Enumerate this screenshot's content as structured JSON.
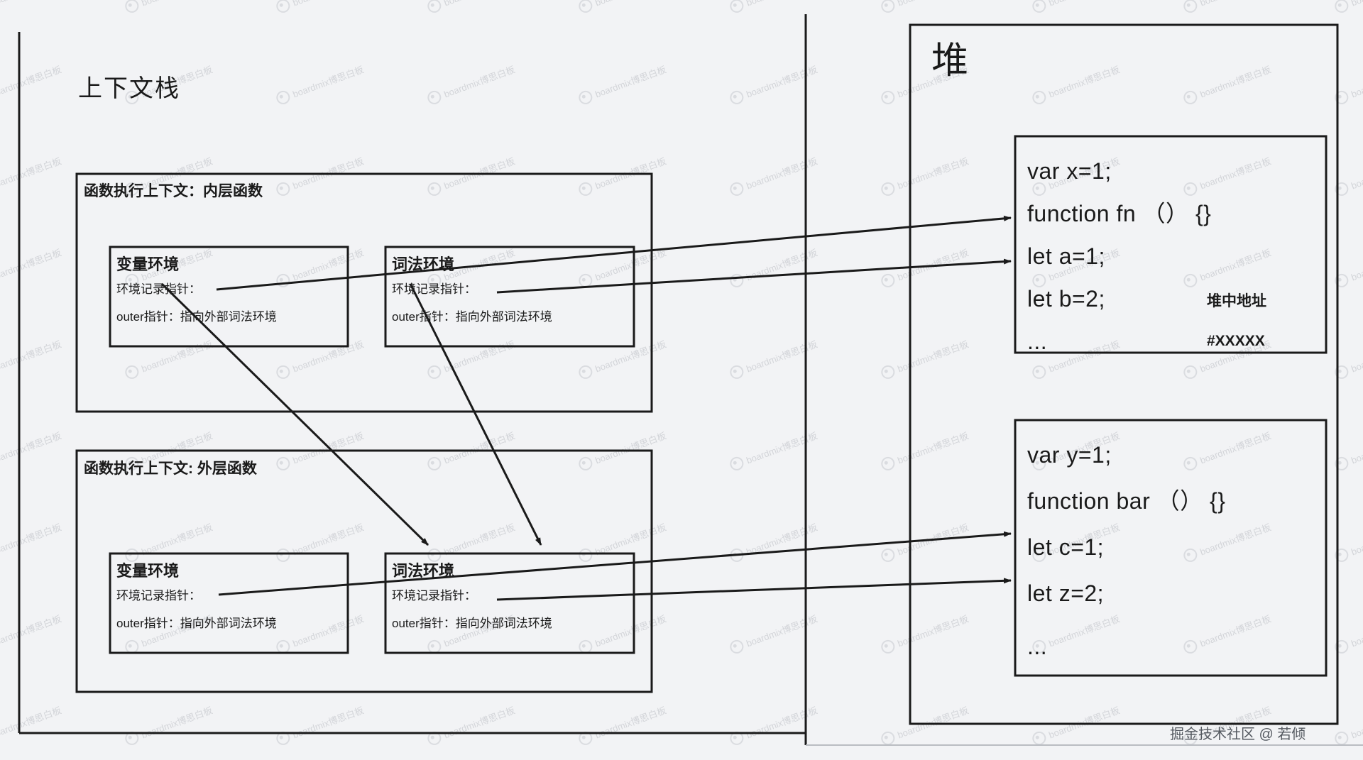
{
  "canvas": {
    "background": "#f2f3f5",
    "line_color": "#1a1a1a"
  },
  "stack": {
    "title": "上下文栈",
    "contexts": [
      {
        "title": "函数执行上下文：内层函数",
        "environments": [
          {
            "name": "变量环境",
            "record_pointer": "环境记录指针：",
            "outer_pointer": "outer指针：指向外部词法环境"
          },
          {
            "name": "词法环境",
            "record_pointer": "环境记录指针：",
            "outer_pointer": "outer指针：指向外部词法环境"
          }
        ]
      },
      {
        "title": "函数执行上下文: 外层函数",
        "environments": [
          {
            "name": "变量环境",
            "record_pointer": "环境记录指针：",
            "outer_pointer": "outer指针：指向外部词法环境"
          },
          {
            "name": "词法环境",
            "record_pointer": "环境记录指针：",
            "outer_pointer": "outer指针：指向外部词法环境"
          }
        ]
      }
    ]
  },
  "heap": {
    "title": "堆",
    "blocks": [
      {
        "code": [
          "var x=1;",
          "function fn （） {}",
          "let a=1;",
          "let b=2;",
          "..."
        ],
        "address_label": "堆中地址",
        "address_value": "#XXXXX"
      },
      {
        "code": [
          "var y=1;",
          "function bar （） {}",
          "let c=1;",
          "let z=2;",
          "..."
        ]
      }
    ]
  },
  "footer": {
    "text": "掘金技术社区 @ 若倾"
  },
  "watermark": {
    "text": "boardmix博思白板"
  }
}
